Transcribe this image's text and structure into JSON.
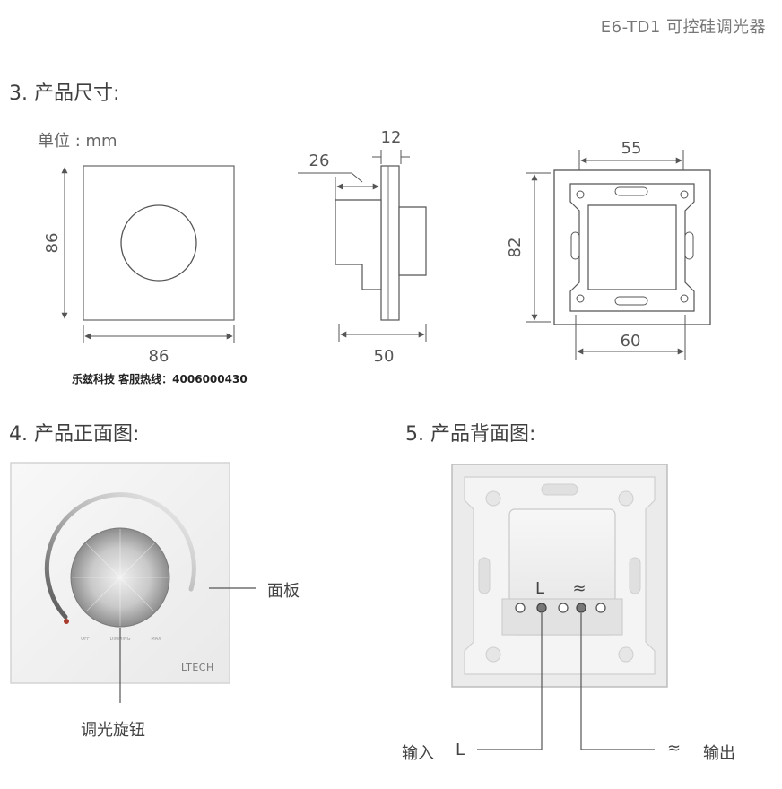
{
  "header": {
    "title": "E6-TD1   可控硅调光器"
  },
  "section3": {
    "title": "3. 产品尺寸:",
    "unit": "单位 : mm",
    "front_width": "86",
    "front_height": "86",
    "side_depth": "26",
    "side_thickness": "12",
    "side_total": "50",
    "back_top": "55",
    "back_height": "82",
    "back_bottom": "60"
  },
  "hotline": "乐兹科技 客服热线：4006000430",
  "section4": {
    "title": "4. 产品正面图:",
    "panel_label": "面板",
    "knob_label": "调光旋钮",
    "scale_off": "OFF",
    "scale_dimming": "DIMMING",
    "scale_max": "MAX",
    "brand": "LTECH"
  },
  "section5": {
    "title": "5. 产品背面图:",
    "terminal_l": "L",
    "terminal_out_symbol": "≈",
    "input_label": "输入",
    "input_letter": "L",
    "output_symbol": "≈",
    "output_label": "输出"
  },
  "colors": {
    "line": "#555555",
    "panel": "#f2f2f2"
  }
}
